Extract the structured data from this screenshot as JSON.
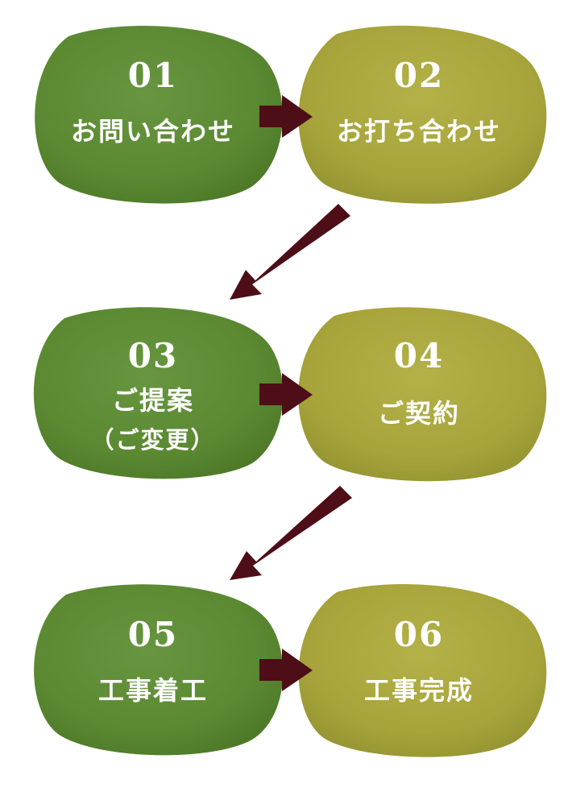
{
  "colors": {
    "dark_blob": "#5c8a32",
    "dark_blob_shade": "#4b7626",
    "light_blob": "#a8a63a",
    "light_blob_shade": "#959330",
    "arrow": "#4e0e17",
    "text": "#ffffff"
  },
  "steps": [
    {
      "number": "01",
      "label": "お問い合わせ",
      "sublabel": "",
      "tone": "dark"
    },
    {
      "number": "02",
      "label": "お打ち合わせ",
      "sublabel": "",
      "tone": "light"
    },
    {
      "number": "03",
      "label": "ご提案",
      "sublabel": "（ご変更）",
      "tone": "dark"
    },
    {
      "number": "04",
      "label": "ご契約",
      "sublabel": "",
      "tone": "light"
    },
    {
      "number": "05",
      "label": "工事着工",
      "sublabel": "",
      "tone": "dark"
    },
    {
      "number": "06",
      "label": "工事完成",
      "sublabel": "",
      "tone": "light"
    }
  ]
}
